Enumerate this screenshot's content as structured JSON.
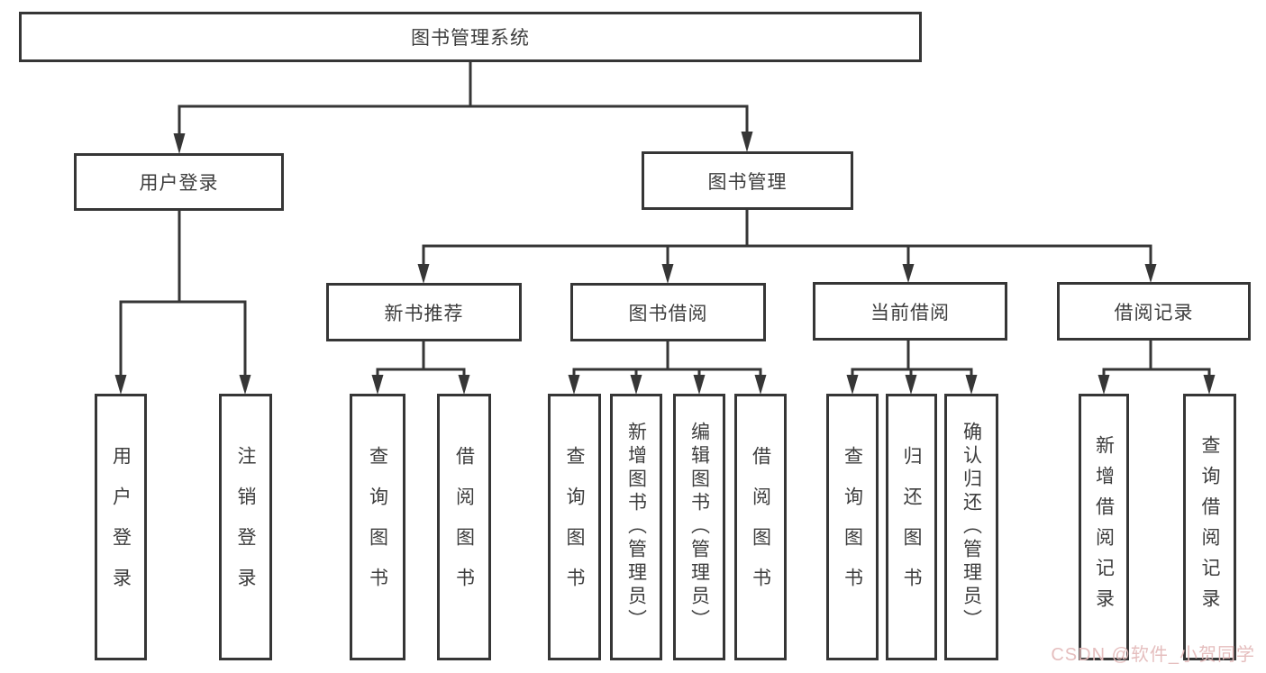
{
  "diagram_title": "图书管理系统",
  "colors": {
    "background": "#ffffff",
    "line": "#363636",
    "box_border": "#363636",
    "box_fill": "#ffffff",
    "text": "#3d3d3d",
    "watermark": "#e4baba"
  },
  "tree": {
    "root": {
      "label": "图书管理系统",
      "children": [
        {
          "label": "用户登录",
          "children": [
            {
              "label": "用户登录"
            },
            {
              "label": "注销登录"
            }
          ]
        },
        {
          "label": "图书管理",
          "children": [
            {
              "label": "新书推荐",
              "children": [
                {
                  "label": "查询图书"
                },
                {
                  "label": "借阅图书"
                }
              ]
            },
            {
              "label": "图书借阅",
              "children": [
                {
                  "label": "查询图书"
                },
                {
                  "label": "新增图书（管理员）"
                },
                {
                  "label": "编辑图书（管理员）"
                },
                {
                  "label": "借阅图书"
                }
              ]
            },
            {
              "label": "当前借阅",
              "children": [
                {
                  "label": "查询图书"
                },
                {
                  "label": "归还图书"
                },
                {
                  "label": "确认归还（管理员）"
                }
              ]
            },
            {
              "label": "借阅记录",
              "children": [
                {
                  "label": "新增借阅记录"
                },
                {
                  "label": "查询借阅记录"
                }
              ]
            }
          ]
        }
      ]
    }
  },
  "watermark": {
    "text": "CSDN @软件_小贺同学"
  }
}
